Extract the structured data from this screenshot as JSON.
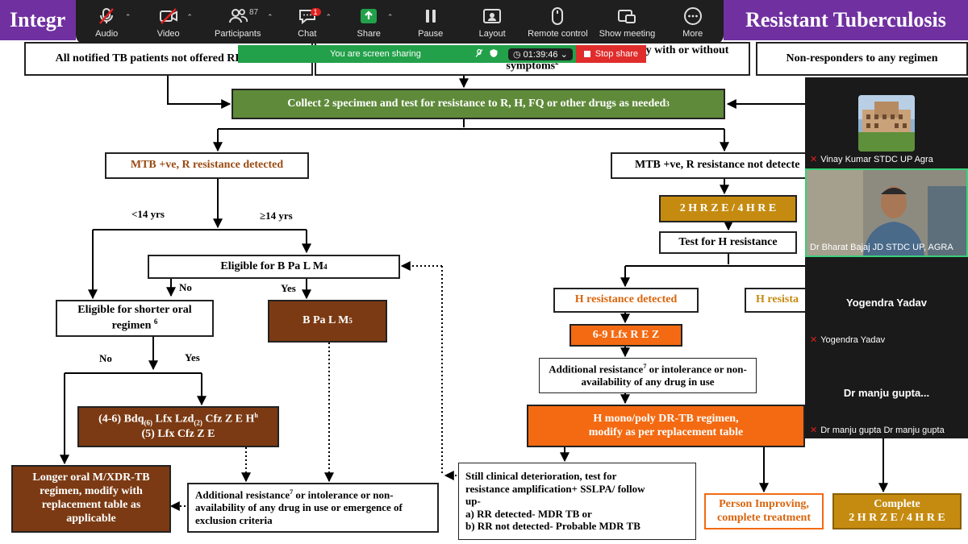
{
  "slide": {
    "title_left": "Integr",
    "title_right": "Resistant Tuberculosis",
    "top_boxes": {
      "left": "All notified TB patients not offered RR-TB test",
      "middle_line1": "al Chest X-Ray with or without",
      "middle_line2": "symptoms",
      "middle_sup": "2",
      "right": "Non-responders to any regimen"
    },
    "collect": "Collect 2 specimen and test for resistance to R, H, FQ or other drugs as needed",
    "collect_sup": "3",
    "left_branch": {
      "detected": "MTB +ve, R resistance detected",
      "age_lt": "<14 yrs",
      "age_ge": "≥14 yrs",
      "eligible_bpalm": "Eligible for  B Pa L M",
      "eligible_bpalm_sup": "4",
      "no1": "No",
      "yes1": "Yes",
      "shorter_line1": "Eligible for shorter oral",
      "shorter_line2": "regimen",
      "shorter_sup": "6",
      "bpalm": "B Pa L M",
      "bpalm_sup": "5",
      "no2": "No",
      "yes2": "Yes",
      "regimen_line1": "(4-6) Bdq",
      "regimen_sub1": "(6)",
      "regimen_line1b": " Lfx Lzd",
      "regimen_sub2": "(2)",
      "regimen_line1c": " Cfz Z E H",
      "regimen_sup": "h",
      "regimen_line2": "(5) Lfx Cfz Z E",
      "longer": "Longer oral M/XDR-TB regimen, modify with replacement table as applicable",
      "additional_1": "Additional resistance",
      "additional_sup": "7",
      "additional_2": " or intolerance or non-availability of any drug in use or emergence of exclusion criteria"
    },
    "right_branch": {
      "not_detected": "MTB +ve, R resistance not detecte",
      "hrze": "2 H R Z E / 4 H R E",
      "test_h": "Test for H resistance",
      "h_detected": "H resistance detected",
      "h_resist_partial": "H resista",
      "lfx": "6-9 Lfx R E Z",
      "additional_1": "Additional resistance",
      "additional_sup": "7",
      "additional_2": " or intolerance or non-availability of any drug in use",
      "mono_line1": "H mono/poly DR-TB regimen,",
      "mono_line2": "modify as per replacement table",
      "still_line1": "Still clinical deterioration, test for",
      "still_line2": "resistance amplification+ SSLPA/ follow",
      "still_line3": "up-",
      "still_a": "a)   RR detected- MDR TB or",
      "still_b": "b)   RR not detected- Probable MDR TB",
      "improving_line1": "Person Improving,",
      "improving_line2": "complete treatment",
      "complete_line1": "Complete",
      "complete_line2": "2 H R Z E / 4 H R E"
    }
  },
  "toolbar": {
    "audio": "Audio",
    "video": "Video",
    "participants": "Participants",
    "participants_count": "87",
    "chat": "Chat",
    "chat_badge": "1",
    "share": "Share",
    "pause": "Pause",
    "layout": "Layout",
    "remote": "Remote control",
    "show_meeting": "Show meeting",
    "more": "More"
  },
  "sharing": {
    "status": "You are screen sharing",
    "timer": "01:39:46",
    "stop": "Stop share"
  },
  "participants": [
    {
      "name": "Vinay Kumar STDC UP Agra"
    },
    {
      "name": "Dr Bharat Bajaj JD STDC UP, AGRA"
    },
    {
      "name": "Yogendra Yadav",
      "label": "Yogendra Yadav"
    },
    {
      "name": "Dr manju gupta Dr manju gupta",
      "label": "Dr manju gupta..."
    }
  ],
  "colors": {
    "banner": "#7030a0",
    "brown": "#7b3a13",
    "orange": "#f36a12",
    "gold": "#c58b10",
    "green": "#5f8a3a",
    "share_green": "#22a14a",
    "stop_red": "#e12c2c"
  }
}
